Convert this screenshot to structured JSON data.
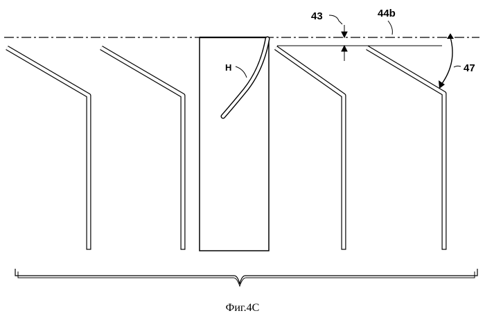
{
  "figure": {
    "caption": "Фиг.4C",
    "labels": {
      "hair": "H",
      "offset": "43",
      "reference_line": "44b",
      "angle": "47"
    }
  }
}
